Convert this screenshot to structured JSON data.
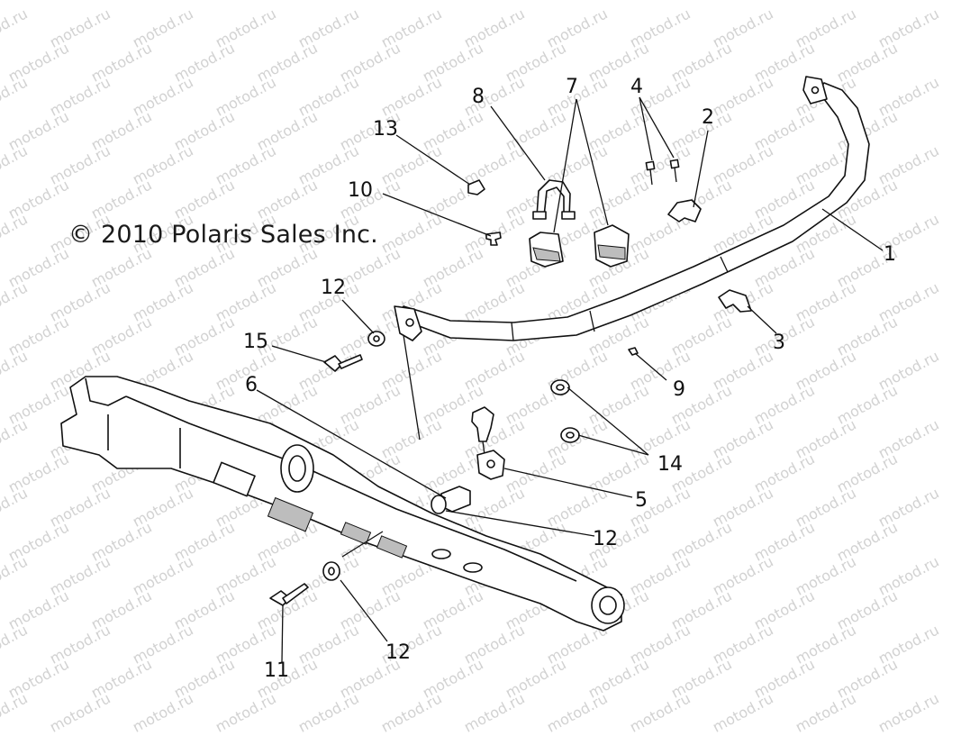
{
  "copyright": "© 2010 Polaris Sales Inc.",
  "watermark": "motod.ru",
  "callouts": [
    {
      "id": "c1",
      "text": "1"
    },
    {
      "id": "c2",
      "text": "2"
    },
    {
      "id": "c3",
      "text": "3"
    },
    {
      "id": "c4",
      "text": "4"
    },
    {
      "id": "c5",
      "text": "5"
    },
    {
      "id": "c6",
      "text": "6"
    },
    {
      "id": "c7",
      "text": "7"
    },
    {
      "id": "c8",
      "text": "8"
    },
    {
      "id": "c9",
      "text": "9"
    },
    {
      "id": "c10",
      "text": "10"
    },
    {
      "id": "c11",
      "text": "11"
    },
    {
      "id": "c12a",
      "text": "12"
    },
    {
      "id": "c12b",
      "text": "12"
    },
    {
      "id": "c12c",
      "text": "12"
    },
    {
      "id": "c13",
      "text": "13"
    },
    {
      "id": "c14",
      "text": "14"
    },
    {
      "id": "c15",
      "text": "15"
    }
  ]
}
